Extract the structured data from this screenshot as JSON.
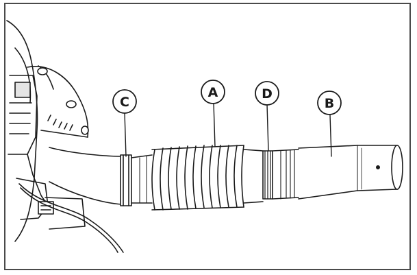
{
  "diagram": {
    "callouts": [
      {
        "id": "C",
        "label": "C"
      },
      {
        "id": "A",
        "label": "A"
      },
      {
        "id": "D",
        "label": "D"
      },
      {
        "id": "B",
        "label": "B"
      }
    ],
    "colors": {
      "line": "#1a1a1a",
      "frame": "#4a4a4a",
      "shade": "#d6d6d6",
      "background": "#ffffff"
    }
  }
}
